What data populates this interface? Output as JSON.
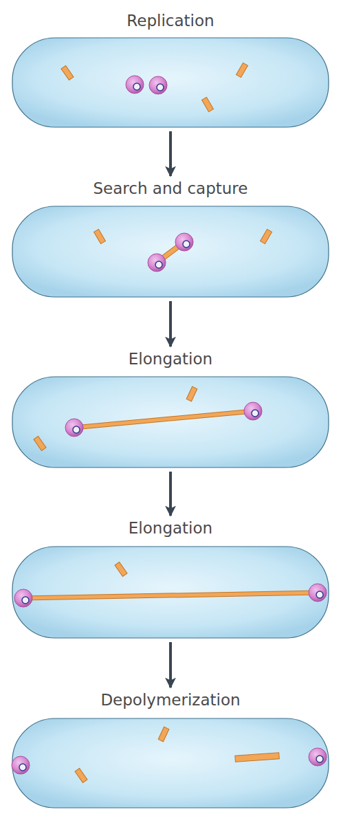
{
  "diagram": {
    "nodes": [
      {
        "text": [
          "Replication"
        ]
      },
      {
        "text": [
          "Search and capture"
        ]
      },
      {
        "text": [
          "Elongation"
        ]
      },
      {
        "text": [
          "Elongation"
        ]
      },
      {
        "text": [
          "Depolymerization"
        ]
      }
    ],
    "edges": [
      {
        "from": 0,
        "to": 1,
        "arrow": "to"
      },
      {
        "from": 1,
        "to": 2,
        "arrow": "to"
      },
      {
        "from": 2,
        "to": 3,
        "arrow": "to"
      },
      {
        "from": 3,
        "to": 4,
        "arrow": "to"
      }
    ]
  }
}
